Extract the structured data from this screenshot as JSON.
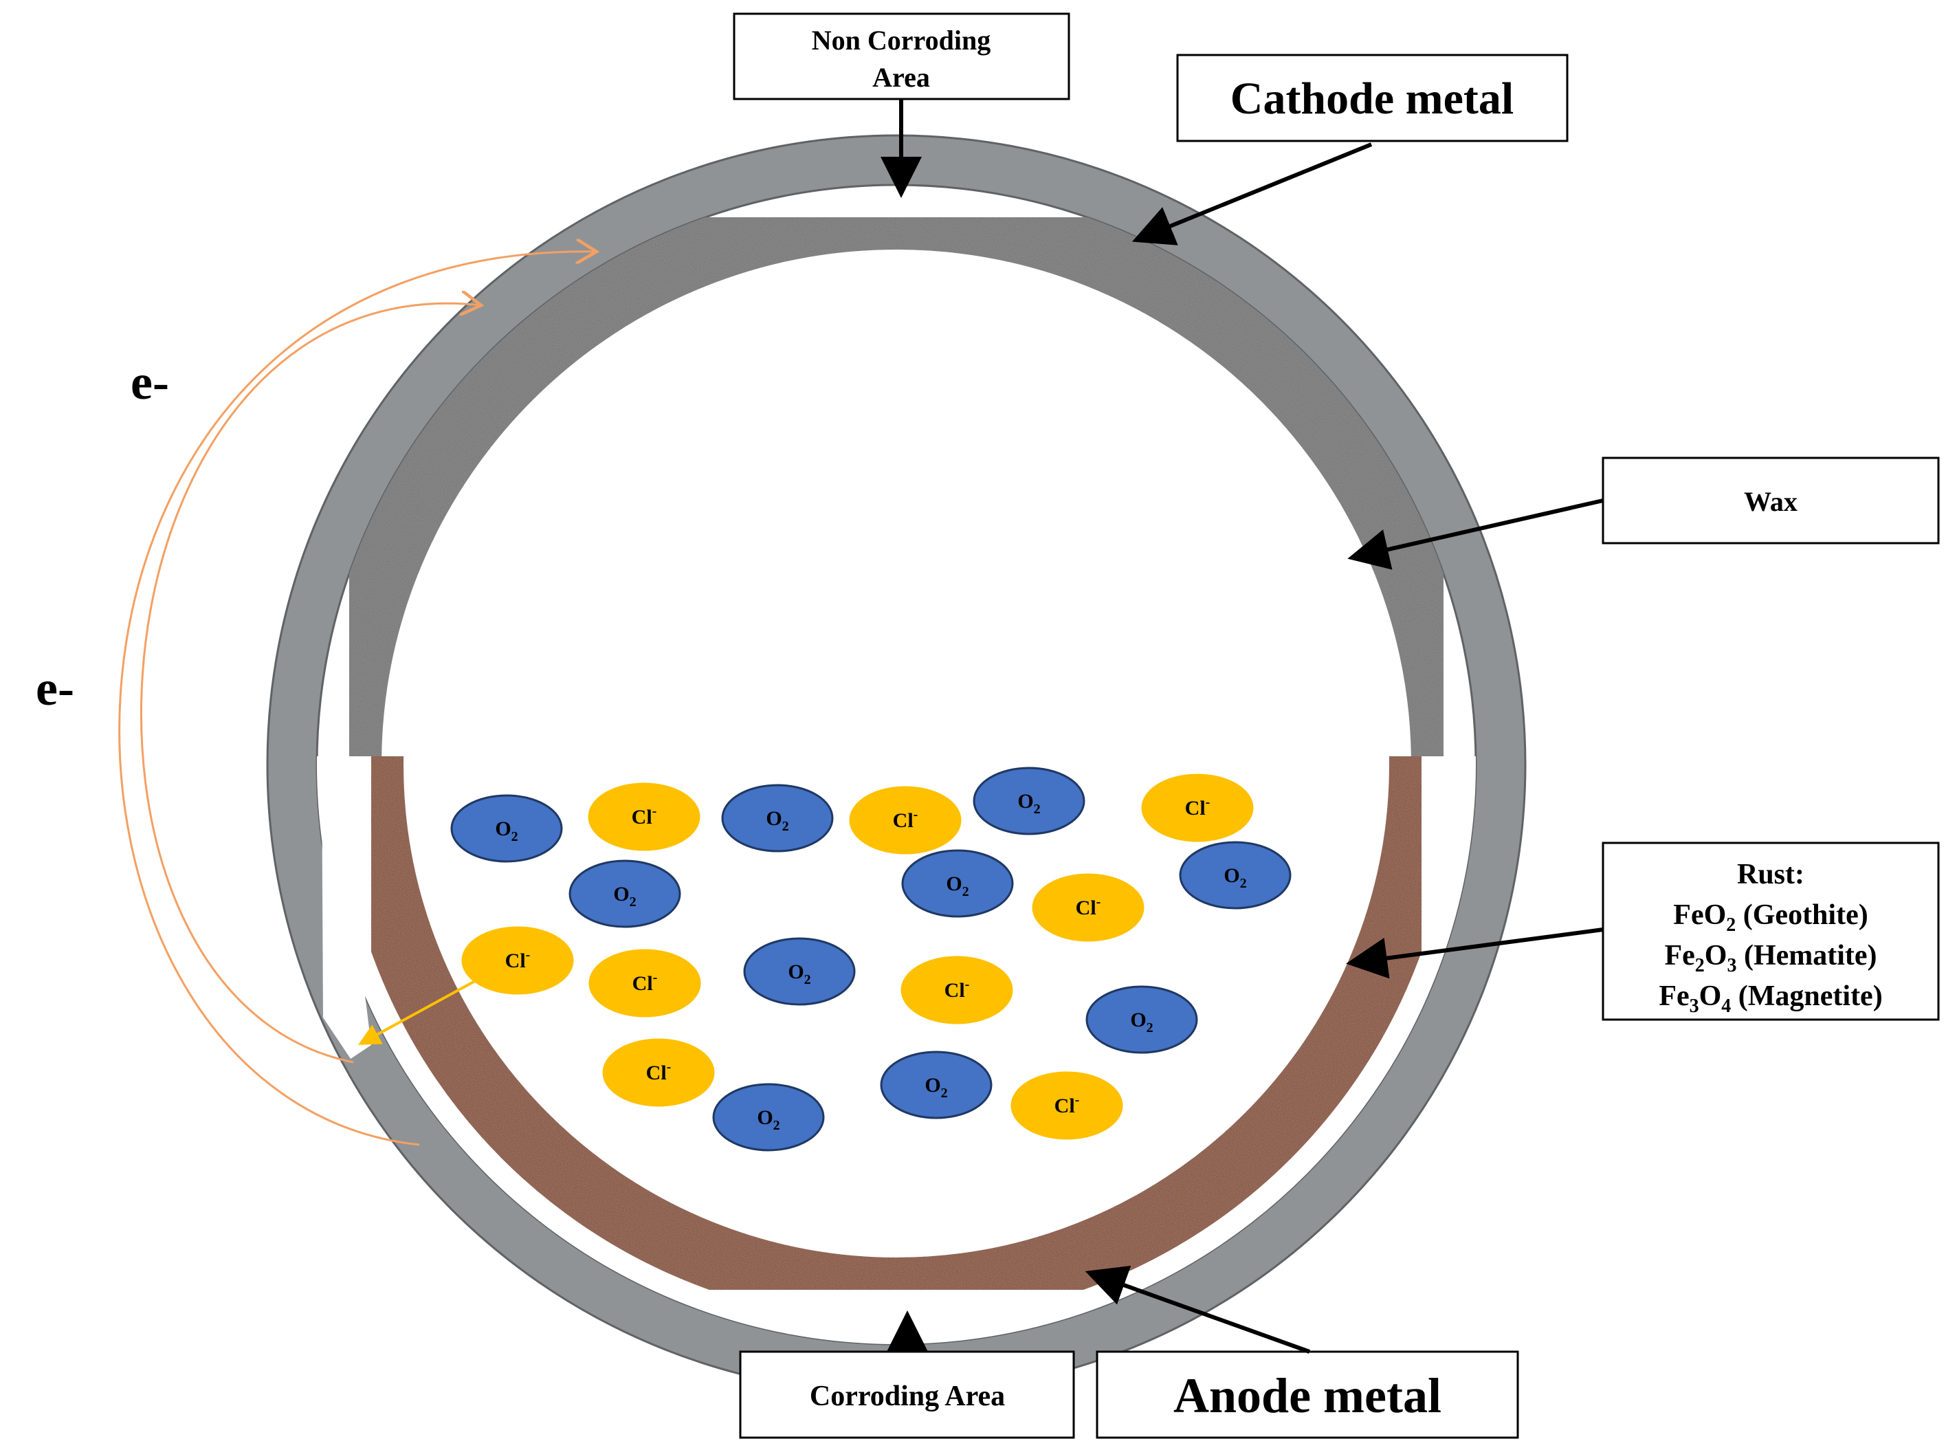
{
  "labels": {
    "non_corroding_line1": "Non Corroding",
    "non_corroding_line2": "Area",
    "cathode": "Cathode metal",
    "wax": "Wax",
    "rust_title": "Rust:",
    "rust_1_a": "FeO",
    "rust_1_sub": "2",
    "rust_1_b": " (Geothite)",
    "rust_2_a": "Fe",
    "rust_2_sub1": "2",
    "rust_2_b": "O",
    "rust_2_sub2": "3",
    "rust_2_c": " (Hematite)",
    "rust_3_a": "Fe",
    "rust_3_sub1": "3",
    "rust_3_b": "O",
    "rust_3_sub2": "4",
    "rust_3_c": " (Magnetite)",
    "corroding": "Corroding Area",
    "anode": "Anode metal",
    "electron_1": "e-",
    "electron_2": "e-"
  },
  "ions": {
    "o2_base": "O",
    "o2_sub": "2",
    "cl_base": "Cl",
    "cl_sup": "-"
  },
  "colors": {
    "metal": "#8f9396",
    "wax": "#7a7a7a",
    "rust": "#8b5a47",
    "o2_fill": "#4472c4",
    "o2_stroke": "#1f3864",
    "cl_fill": "#ffc000",
    "electron_path": "#f4a063",
    "arrow": "#000000"
  }
}
